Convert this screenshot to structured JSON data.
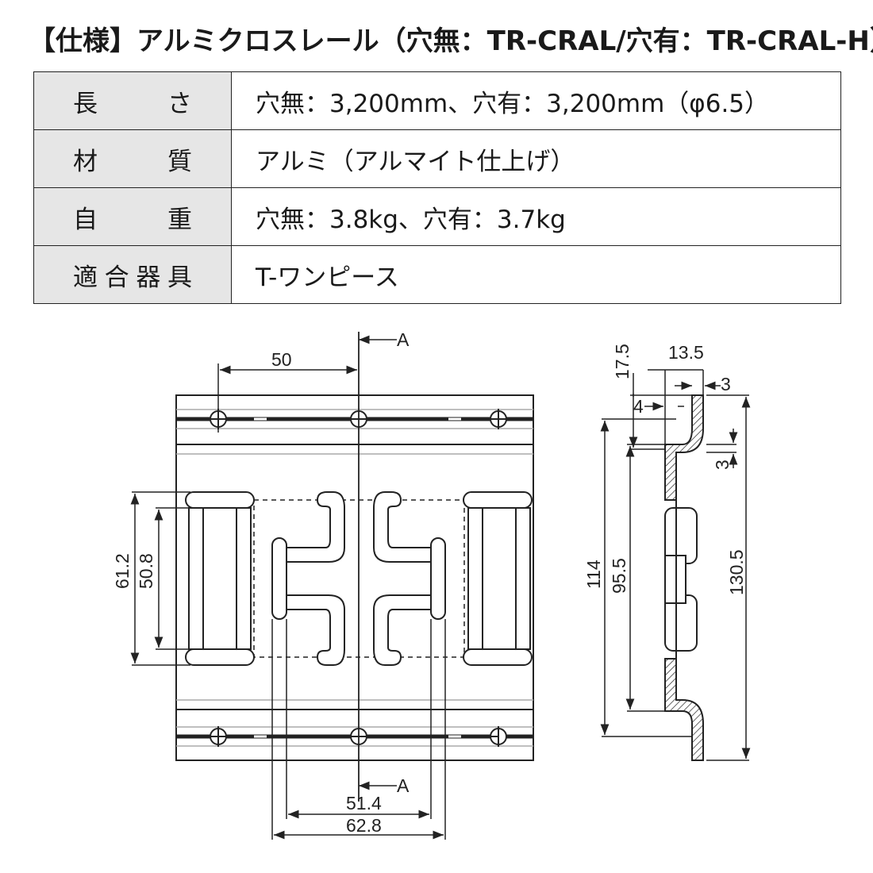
{
  "title": "【仕様】アルミクロスレール（穴無：TR-CRAL/穴有：TR-CRAL-H）",
  "spec_rows": [
    {
      "label": "長　さ",
      "value": "穴無：3,200mm、穴有：3,200mm（φ6.5）"
    },
    {
      "label": "材　質",
      "value": "アルミ（アルマイト仕上げ）"
    },
    {
      "label": "自　重",
      "value": "穴無：3.8kg、穴有：3.7kg"
    },
    {
      "label": "適合器具",
      "value": "T-ワンピース"
    }
  ],
  "drawing": {
    "section_mark": "A",
    "front_dims": {
      "top_offset": "50",
      "height_outer": "61.2",
      "height_inner": "50.8",
      "width_inner": "51.4",
      "width_outer": "62.8"
    },
    "side_dims": {
      "d1": "17.5",
      "d2": "13.5",
      "d3": "3",
      "d4": "4",
      "d5": "3",
      "h1": "114",
      "h2": "95.5",
      "h3": "130.5"
    }
  }
}
